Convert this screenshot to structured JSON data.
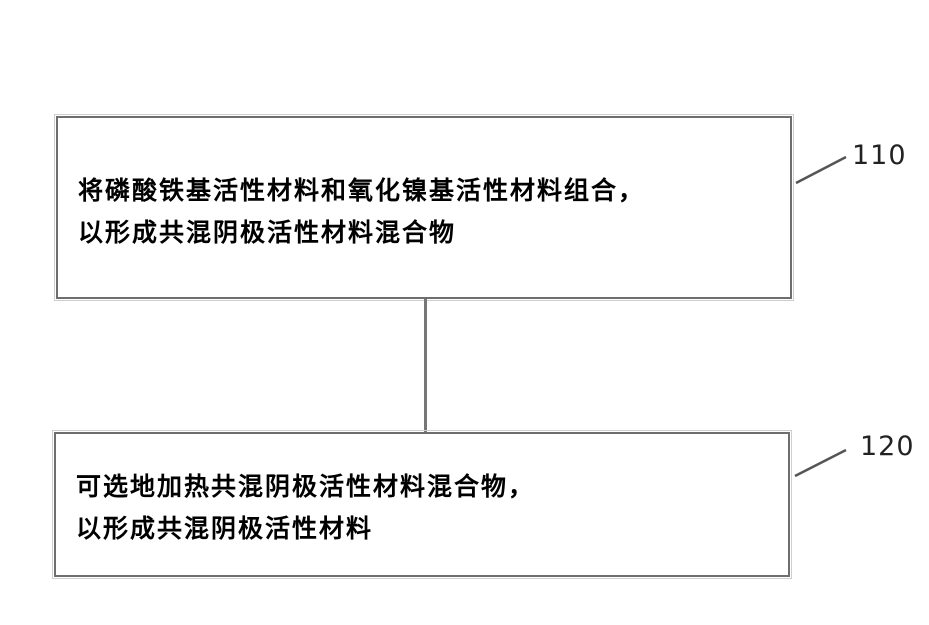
{
  "steps": [
    {
      "ref": "110",
      "lines": [
        "将磷酸铁基活性材料和氧化镍基活性材料组合，",
        "以形成共混阴极活性材料混合物"
      ]
    },
    {
      "ref": "120",
      "lines": [
        "可选地加热共混阴极活性材料混合物，",
        "以形成共混阴极活性材料"
      ]
    }
  ],
  "colors": {
    "box_border": "#6e6e6e",
    "connector": "#777777",
    "text": "#000000"
  }
}
